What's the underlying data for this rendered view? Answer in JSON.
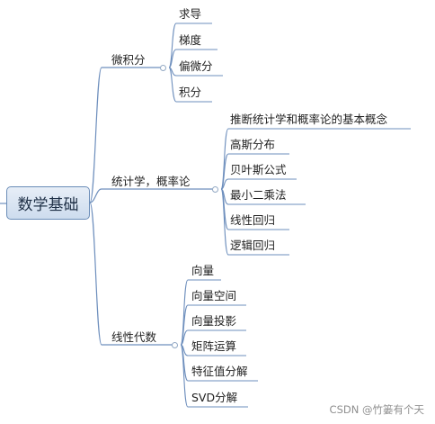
{
  "root": {
    "label": "数学基础"
  },
  "branches": [
    {
      "label": "微积分",
      "children": [
        "求导",
        "梯度",
        "偏微分",
        "积分"
      ]
    },
    {
      "label": "统计学，概率论",
      "children": [
        "推断统计学和概率论的基本概念",
        "高斯分布",
        "贝叶斯公式",
        "最小二乘法",
        "线性回归",
        "逻辑回归"
      ]
    },
    {
      "label": "线性代数",
      "children": [
        "向量",
        "向量空间",
        "向量投影",
        "矩阵运算",
        "特征值分解",
        "SVD分解"
      ]
    }
  ],
  "watermark": "CSDN @竹篓有个天",
  "colors": {
    "line": "#6e8fbd",
    "root_fill": "#d6e2f1",
    "root_border": "#6b8db8"
  }
}
